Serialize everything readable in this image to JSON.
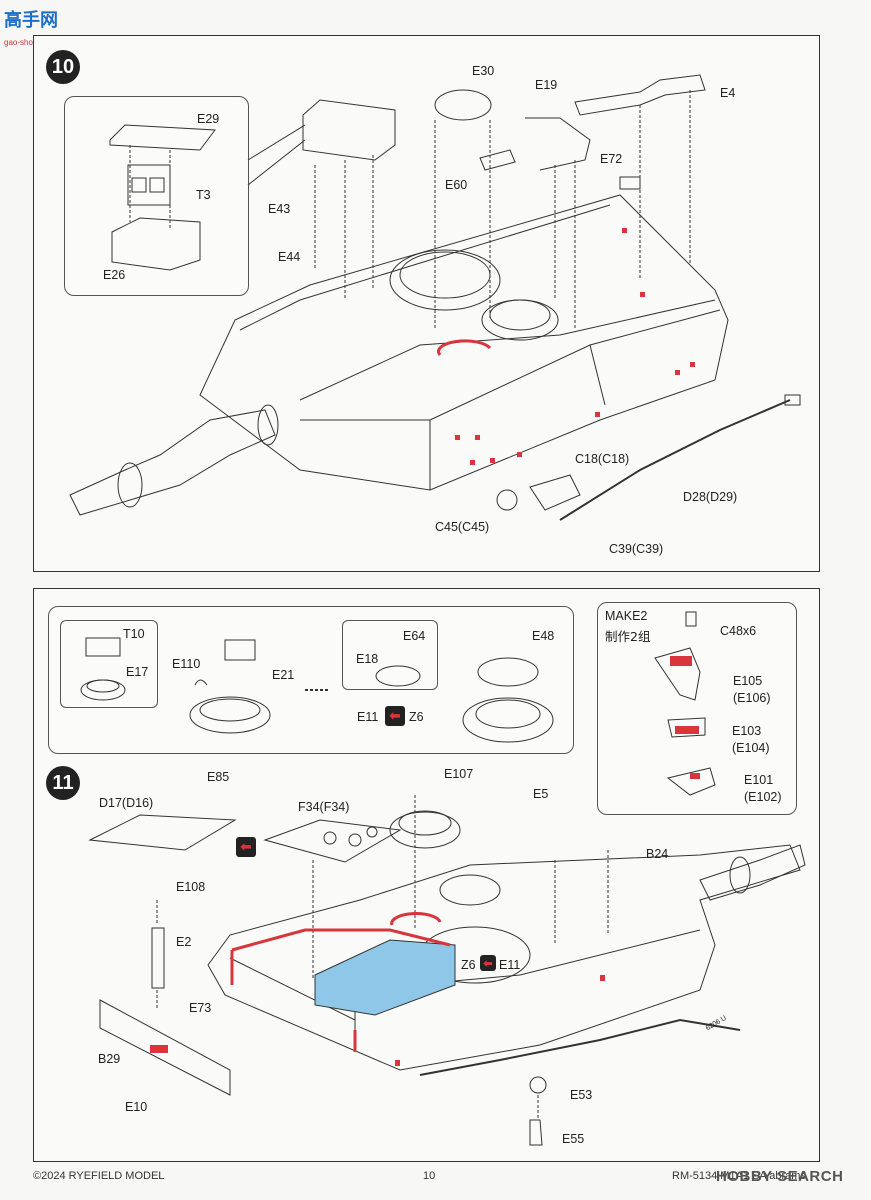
{
  "header": {
    "logo_text": "高手网",
    "logo_sub": "gao-shou.com"
  },
  "step10": {
    "number": "10",
    "labels": {
      "E29": "E29",
      "T3": "T3",
      "E26": "E26",
      "E43": "E43",
      "E44": "E44",
      "E30": "E30",
      "E19": "E19",
      "E4": "E4",
      "E60": "E60",
      "E72": "E72",
      "C18": "C18(C18)",
      "D28": "D28(D29)",
      "C45": "C45(C45)",
      "C39": "C39(C39)"
    }
  },
  "step11": {
    "number": "11",
    "labels": {
      "T10": "T10",
      "E17": "E17",
      "E110": "E110",
      "E21": "E21",
      "E64": "E64",
      "E18": "E18",
      "E48": "E48",
      "E11": "E11",
      "Z6": "Z6",
      "make2_en": "MAKE2",
      "make2_cn": "制作2组",
      "C48": "C48x6",
      "E105": "E105",
      "E106": "(E106)",
      "E103": "E103",
      "E104": "(E104)",
      "E101": "E101",
      "E102": "(E102)",
      "E85": "E85",
      "D17": "D17(D16)",
      "E107": "E107",
      "F34": "F34(F34)",
      "E5": "E5",
      "B24": "B24",
      "E108": "E108",
      "E2": "E2",
      "E73": "E73",
      "B29": "B29",
      "E10": "E10",
      "E53": "E53",
      "E55": "E55",
      "Z6b": "Z6",
      "E11b": "E11",
      "hull_mark": "6206 U"
    }
  },
  "footer": {
    "copyright": "©2024 RYEFIELD MODEL",
    "page": "10",
    "product": "RM-5134 M1A1 SA abrams",
    "watermark": "HOBBY SEARCH"
  },
  "colors": {
    "accent_red": "#d8363c",
    "plate_blue": "#8fc7e8",
    "ink": "#222222"
  }
}
